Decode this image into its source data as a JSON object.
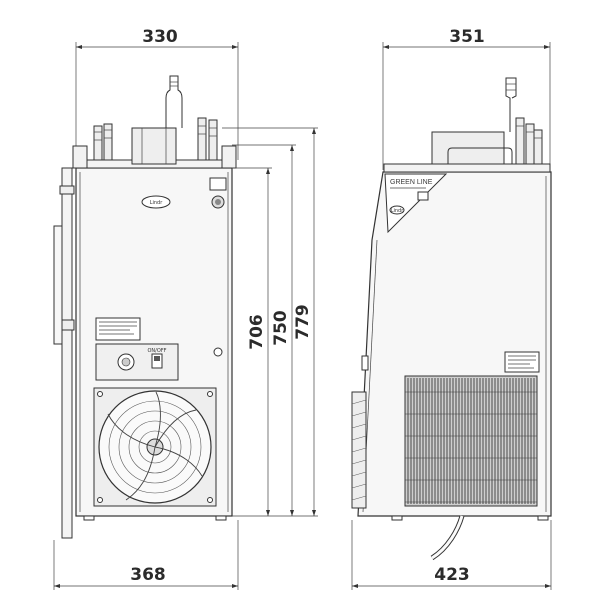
{
  "dimensions": {
    "front_top_width": "330",
    "front_bottom_width": "368",
    "side_top_width": "351",
    "side_bottom_width": "423",
    "height_body": "706",
    "height_tubes": "750",
    "height_total": "779"
  },
  "labels": {
    "brand_line": "GREEN LINE",
    "brand_sub": "Lindr",
    "switch_label": "ON/OFF"
  },
  "colors": {
    "line": "#333333",
    "fill_body": "#f7f7f7",
    "grille": "#444444"
  }
}
